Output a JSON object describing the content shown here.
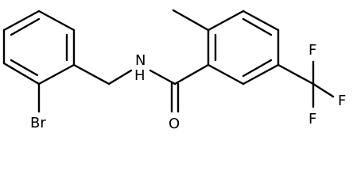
{
  "atoms": {
    "bromine": "Br",
    "nitrogen": "N",
    "hydrogen": "H",
    "oxygen": "O",
    "fluorine_1": "F",
    "fluorine_2": "F",
    "fluorine_3": "F"
  }
}
